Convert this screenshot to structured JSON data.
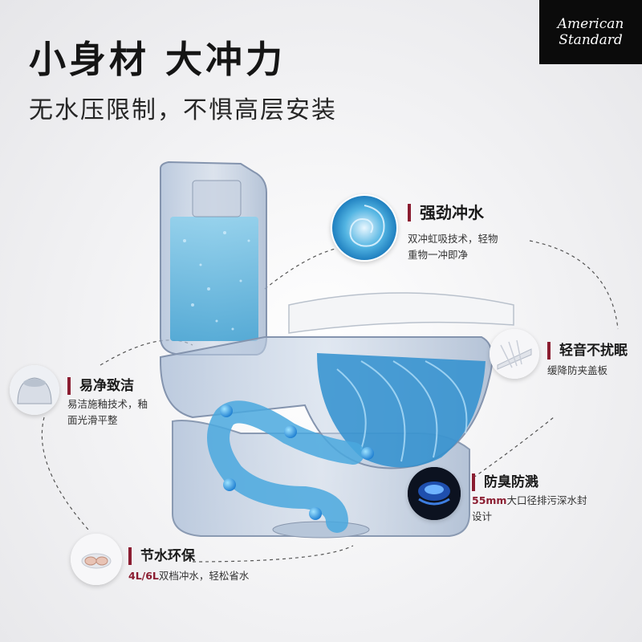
{
  "headline": "小身材 大冲力",
  "subheadline": "无水压限制，不惧高层安装",
  "brand": {
    "line1": "American",
    "line2": "Standard"
  },
  "features": {
    "flush": {
      "title": "强劲冲水",
      "desc_line1": "双冲虹吸技术，轻物",
      "desc_line2": "重物一冲即净"
    },
    "quiet": {
      "title": "轻音不扰眠",
      "desc": "缓降防夹盖板"
    },
    "clean": {
      "title": "易净致洁",
      "desc_line1": "易洁施釉技术，釉",
      "desc_line2": "面光滑平整"
    },
    "odor": {
      "title": "防臭防溅",
      "desc_accent": "55mm",
      "desc_rest": "大口径排污深水封",
      "desc_line2": "设计"
    },
    "save": {
      "title": "节水环保",
      "desc_accent": "4L/6L",
      "desc_rest": "双档冲水，轻松省水"
    }
  },
  "colors": {
    "accent": "#8b1d31",
    "water": "#3a9fd8",
    "glass": "#9db3cf"
  }
}
